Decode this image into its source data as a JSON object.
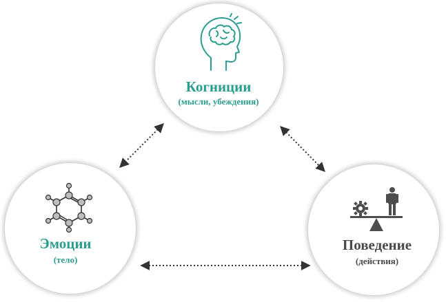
{
  "colors": {
    "teal": "#2a9d8f",
    "gray_text": "#4a4a4a",
    "arrow": "#333333"
  },
  "nodes": {
    "cognition": {
      "title": "Когниции",
      "subtitle": "(мысли, убеждения)",
      "icon": "head-brain-icon"
    },
    "emotions": {
      "title": "Эмоции",
      "subtitle": "(тело)",
      "icon": "molecule-icon"
    },
    "behavior": {
      "title": "Поведение",
      "subtitle": "(действия)",
      "icon": "gear-person-balance-icon"
    }
  }
}
